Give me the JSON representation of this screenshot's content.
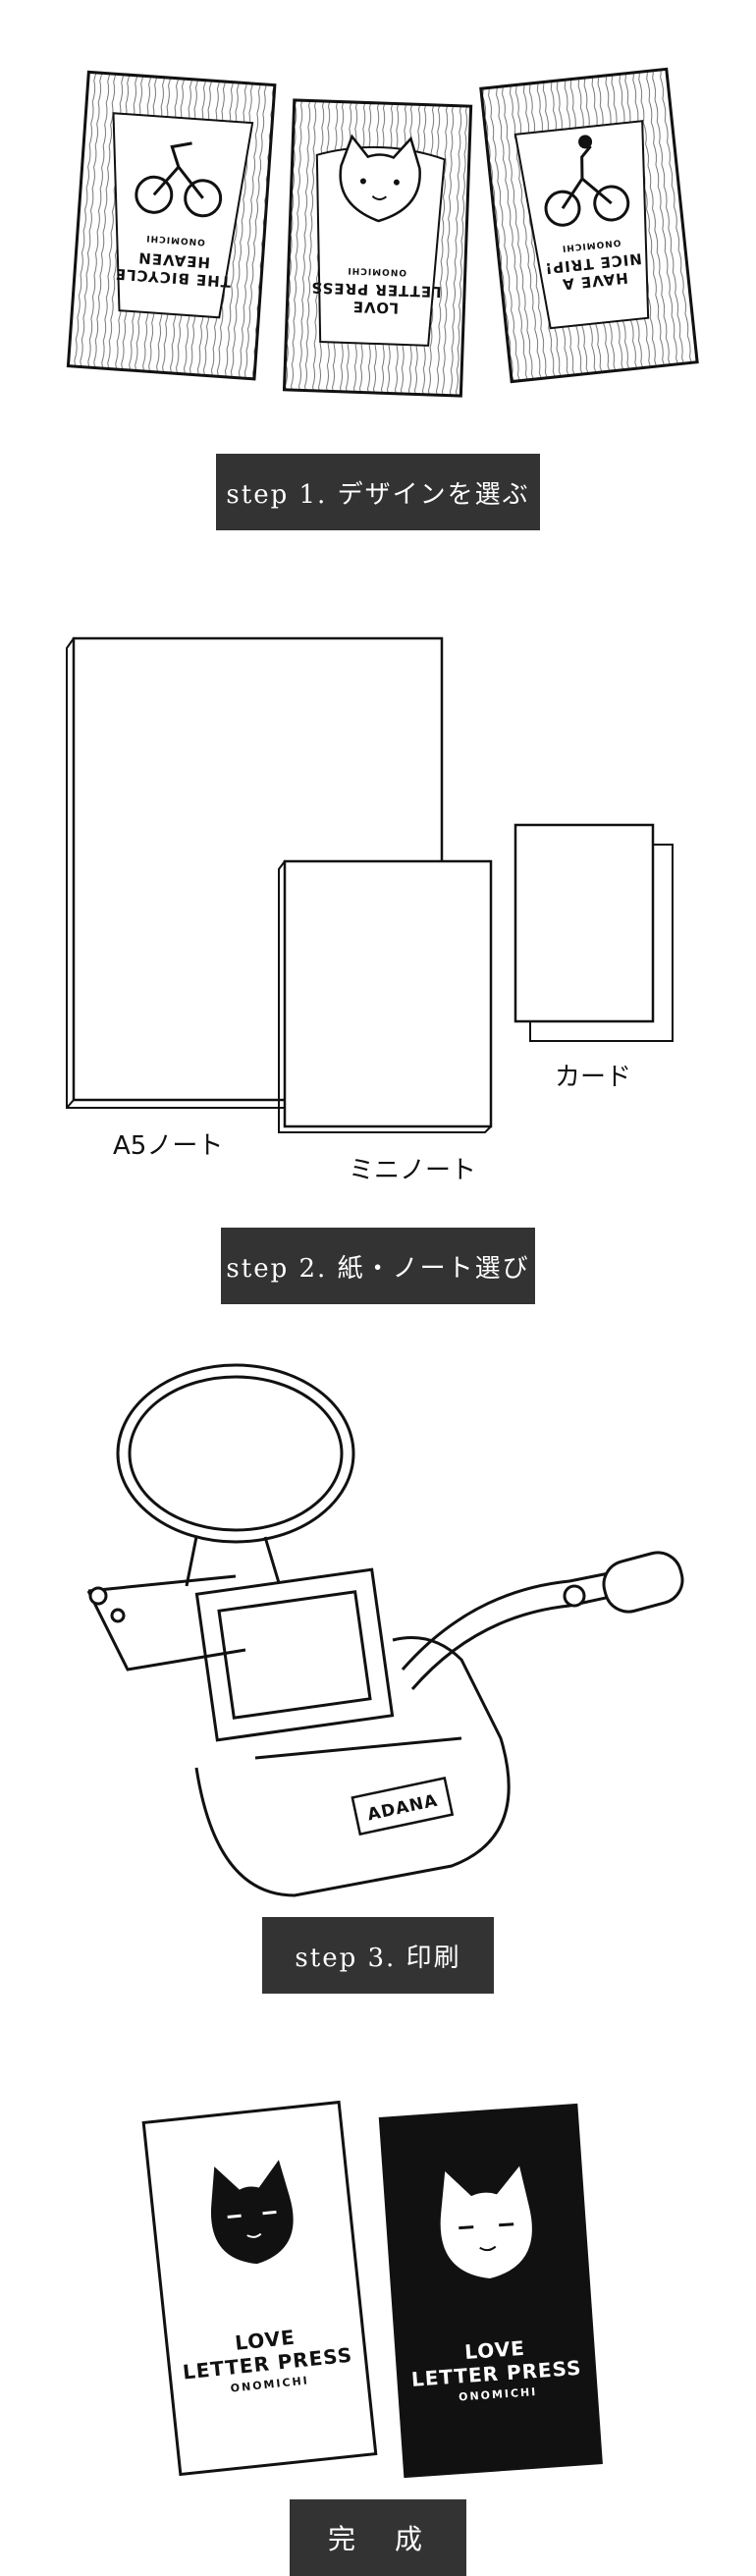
{
  "steps": [
    {
      "label": "step 1. デザインを選ぶ"
    },
    {
      "label": "step 2. 紙・ノート選び"
    },
    {
      "label": "step 3. 印刷"
    },
    {
      "label": "完　成"
    }
  ],
  "step1": {
    "blocks": [
      {
        "line1": "THE BICYCLE",
        "line2": "HEAVEN",
        "line3": "ONOMICHI"
      },
      {
        "line1": "LOVE",
        "line2": "LETTER PRESS",
        "line3": "ONOMICHI"
      },
      {
        "line1": "HAVE A",
        "line2": "NICE TRIP!",
        "line3": "ONOMICHI"
      }
    ]
  },
  "step2": {
    "a5_label": "A5ノート",
    "mini_label": "ミニノート",
    "card_label": "カード"
  },
  "step3": {
    "brand": "ADANA"
  },
  "final": {
    "line1": "LOVE",
    "line2": "LETTER PRESS",
    "line3": "ONOMICHI"
  }
}
